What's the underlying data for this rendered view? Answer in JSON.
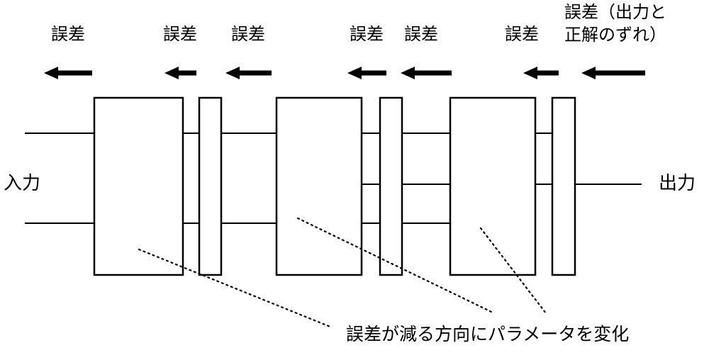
{
  "labels": {
    "input": "入力",
    "output": "出力",
    "error_output_note": "誤差（出力と\n正解のずれ）",
    "bottom_note": "誤差が減る方向にパラメータを変化"
  },
  "error_labels": [
    "誤差",
    "誤差",
    "誤差",
    "誤差",
    "誤差",
    "誤差"
  ],
  "colors": {
    "ink": "#000000",
    "background": "#ffffff"
  }
}
